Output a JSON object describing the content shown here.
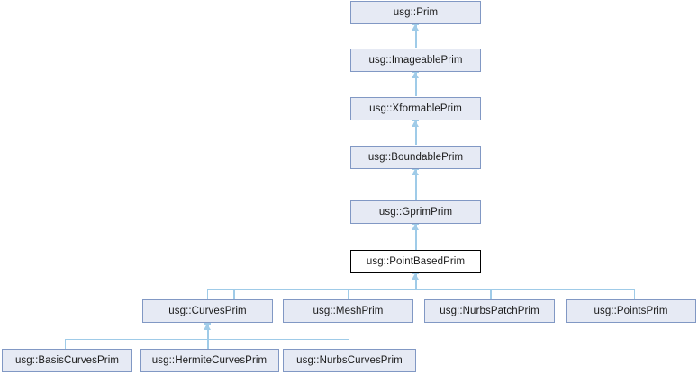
{
  "diagram": {
    "type": "class-inheritance-graph",
    "title": "usg::PointBasedPrim inheritance diagram",
    "colors": {
      "node_fill": "#e6eaf4",
      "node_border": "#8198c4",
      "current_node_fill": "#ffffff",
      "current_node_border": "#000000",
      "edge": "#9fcbe8",
      "background": "#ffffff",
      "text": "#1a1a1a"
    },
    "nodes": [
      {
        "id": "prim",
        "label": "usg::Prim",
        "row": 0,
        "current": false
      },
      {
        "id": "imageable",
        "label": "usg::ImageablePrim",
        "row": 1,
        "current": false
      },
      {
        "id": "xformable",
        "label": "usg::XformablePrim",
        "row": 2,
        "current": false
      },
      {
        "id": "boundable",
        "label": "usg::BoundablePrim",
        "row": 3,
        "current": false
      },
      {
        "id": "gprim",
        "label": "usg::GprimPrim",
        "row": 4,
        "current": false
      },
      {
        "id": "pointbased",
        "label": "usg::PointBasedPrim",
        "row": 5,
        "current": true
      },
      {
        "id": "curves",
        "label": "usg::CurvesPrim",
        "row": 6,
        "current": false
      },
      {
        "id": "mesh",
        "label": "usg::MeshPrim",
        "row": 6,
        "current": false
      },
      {
        "id": "nurbspatch",
        "label": "usg::NurbsPatchPrim",
        "row": 6,
        "current": false
      },
      {
        "id": "points",
        "label": "usg::PointsPrim",
        "row": 6,
        "current": false
      },
      {
        "id": "basiscurves",
        "label": "usg::BasisCurvesPrim",
        "row": 7,
        "current": false
      },
      {
        "id": "hermitecurves",
        "label": "usg::HermiteCurvesPrim",
        "row": 7,
        "current": false
      },
      {
        "id": "nurbscurves",
        "label": "usg::NurbsCurvesPrim",
        "row": 7,
        "current": false
      }
    ],
    "edges": [
      {
        "from": "imageable",
        "to": "prim"
      },
      {
        "from": "xformable",
        "to": "imageable"
      },
      {
        "from": "boundable",
        "to": "xformable"
      },
      {
        "from": "gprim",
        "to": "boundable"
      },
      {
        "from": "pointbased",
        "to": "gprim"
      },
      {
        "from": "curves",
        "to": "pointbased"
      },
      {
        "from": "mesh",
        "to": "pointbased"
      },
      {
        "from": "nurbspatch",
        "to": "pointbased"
      },
      {
        "from": "points",
        "to": "pointbased"
      },
      {
        "from": "basiscurves",
        "to": "curves"
      },
      {
        "from": "hermitecurves",
        "to": "curves"
      },
      {
        "from": "nurbscurves",
        "to": "curves"
      }
    ]
  }
}
